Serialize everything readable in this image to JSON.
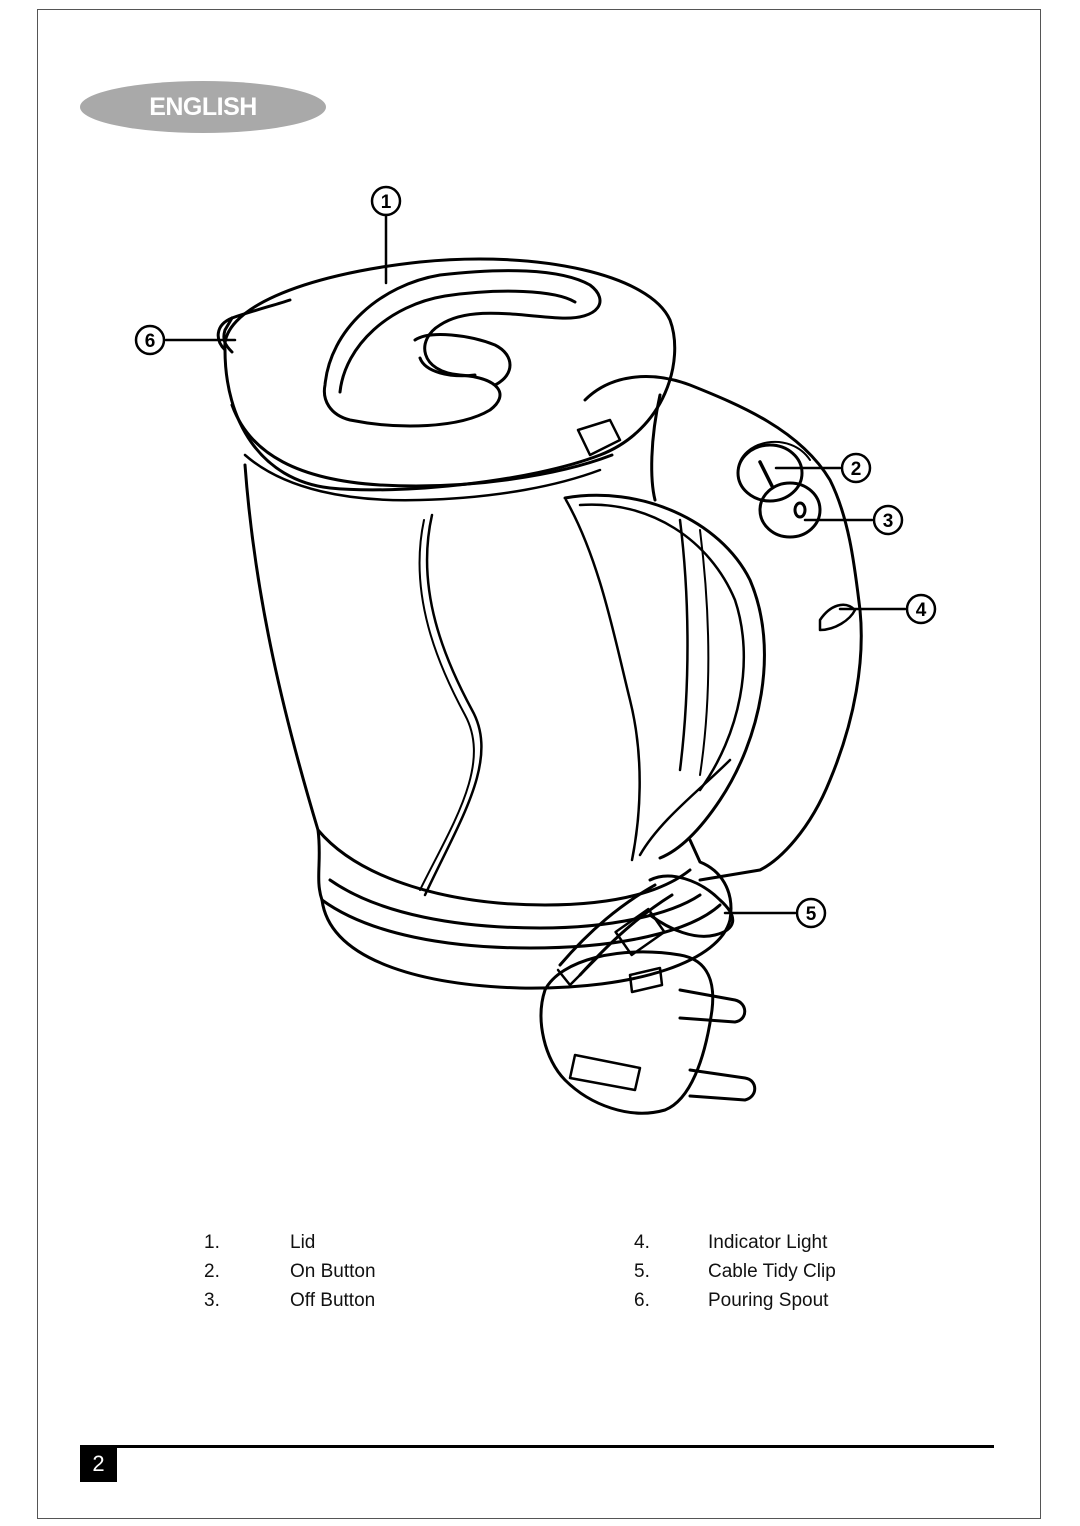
{
  "header": {
    "language_tab": "ENGLISH"
  },
  "diagram": {
    "callouts": [
      "1",
      "2",
      "3",
      "4",
      "5",
      "6"
    ],
    "button_on_symbol": "I",
    "button_off_symbol": "O"
  },
  "legend": {
    "left": [
      {
        "num": "1.",
        "label": "Lid"
      },
      {
        "num": "2.",
        "label": "On Button"
      },
      {
        "num": "3.",
        "label": "Off Button"
      }
    ],
    "right": [
      {
        "num": "4.",
        "label": "Indicator Light"
      },
      {
        "num": "5.",
        "label": "Cable Tidy Clip"
      },
      {
        "num": "6.",
        "label": "Pouring Spout"
      }
    ]
  },
  "footer": {
    "page_number": "2"
  }
}
